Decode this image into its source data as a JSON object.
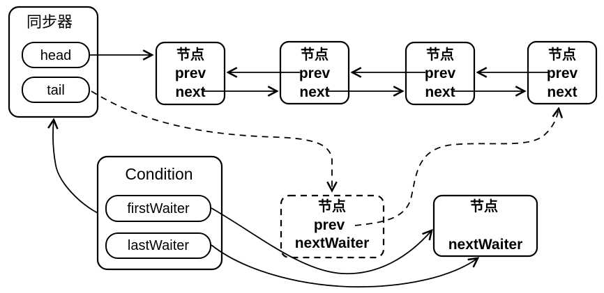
{
  "colors": {
    "background": "#ffffff",
    "line": "#000000",
    "box_fill": "#ffffff",
    "text": "#000000"
  },
  "synchronizer": {
    "title": "同步器",
    "head_label": "head",
    "tail_label": "tail"
  },
  "sync_queue_nodes": [
    {
      "title": "节点",
      "prev_label": "prev",
      "next_label": "next"
    },
    {
      "title": "节点",
      "prev_label": "prev",
      "next_label": "next"
    },
    {
      "title": "节点",
      "prev_label": "prev",
      "next_label": "next"
    },
    {
      "title": "节点",
      "prev_label": "prev",
      "next_label": "next"
    }
  ],
  "condition": {
    "title": "Condition",
    "first_waiter_label": "firstWaiter",
    "last_waiter_label": "lastWaiter"
  },
  "transfer_node": {
    "title": "节点",
    "prev_label": "prev",
    "next_waiter_label": "nextWaiter",
    "border_style": "dashed"
  },
  "waiter_node": {
    "title": "节点",
    "next_waiter_label": "nextWaiter"
  },
  "edges": [
    {
      "from": "synchronizer.head",
      "to": "node-1",
      "style": "solid"
    },
    {
      "from": "node-1.next",
      "to": "node-2",
      "style": "solid"
    },
    {
      "from": "node-2.prev",
      "to": "node-1",
      "style": "solid"
    },
    {
      "from": "node-2.next",
      "to": "node-3",
      "style": "solid"
    },
    {
      "from": "node-3.prev",
      "to": "node-2",
      "style": "solid"
    },
    {
      "from": "node-3.next",
      "to": "node-4",
      "style": "solid"
    },
    {
      "from": "node-4.prev",
      "to": "node-3",
      "style": "solid"
    },
    {
      "from": "synchronizer.tail",
      "to": "transfer-node",
      "style": "dashed"
    },
    {
      "from": "transfer-node.prev",
      "to": "node-4",
      "style": "dashed"
    },
    {
      "from": "condition",
      "to": "synchronizer",
      "style": "solid"
    },
    {
      "from": "condition.firstWaiter",
      "to": "waiter-node",
      "style": "solid"
    },
    {
      "from": "condition.lastWaiter",
      "to": "waiter-node",
      "style": "solid"
    }
  ]
}
